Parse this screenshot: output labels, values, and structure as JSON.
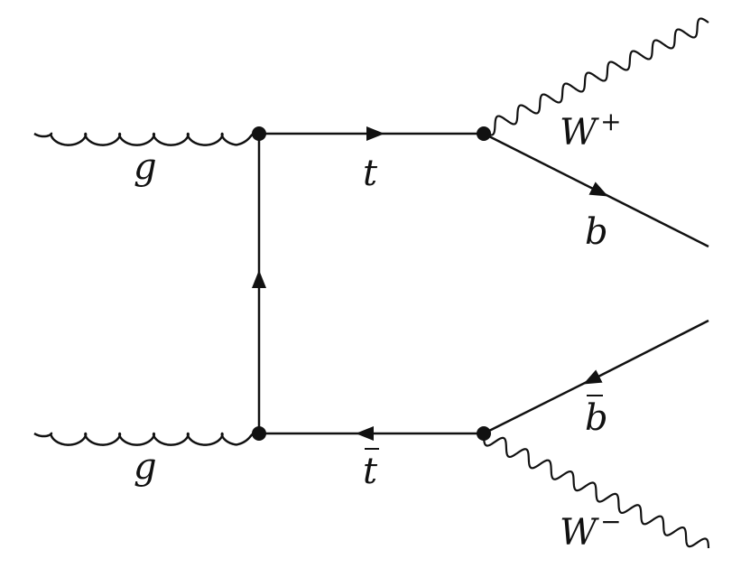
{
  "diagram": {
    "title": "Feynman diagram gg -> t tbar -> W+ b W- bbar",
    "labels": {
      "gluon_top": "g",
      "gluon_bottom": "g",
      "top": "t",
      "antitop": "t",
      "bottom": "b",
      "antibottom": "b",
      "w_plus": "W",
      "w_plus_sup": "+",
      "w_minus": "W",
      "w_minus_sup": "−"
    },
    "colors": {
      "ink": "#111111",
      "background": "#ffffff"
    }
  }
}
